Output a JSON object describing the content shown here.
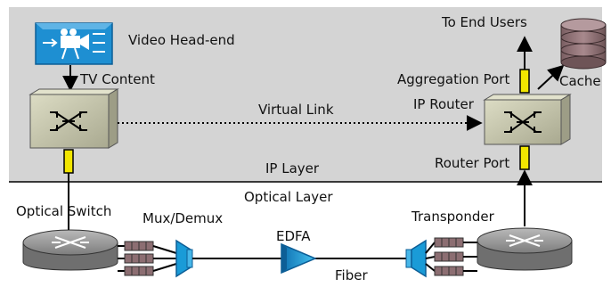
{
  "labels": {
    "video_headend": "Video Head-end",
    "tv_content": "TV Content",
    "virtual_link": "Virtual Link",
    "ip_router": "IP Router",
    "to_end_users": "To End Users",
    "cache": "Cache",
    "aggregation_port": "Aggregation Port",
    "router_port": "Router Port",
    "ip_layer": "IP Layer",
    "optical_layer": "Optical Layer",
    "optical_switch": "Optical Switch",
    "mux_demux": "Mux/Demux",
    "edfa": "EDFA",
    "fiber": "Fiber",
    "transponder": "Transponder"
  },
  "colors": {
    "ip_layer_bg": "#d4d4d4",
    "switch_box": "#c8c8b0",
    "port_yellow": "#f2e600",
    "headend_blue": "#1e8fd2",
    "cache_disk": "#8c6e72",
    "amplifier_blue": "#1a9bd7",
    "optical_switch_gray": "#9c9c9c"
  },
  "icons": [
    "video-camera-icon",
    "router-icon",
    "optical-switch-icon",
    "cache-database-icon",
    "edfa-amplifier-icon",
    "mux-demux-icon"
  ]
}
